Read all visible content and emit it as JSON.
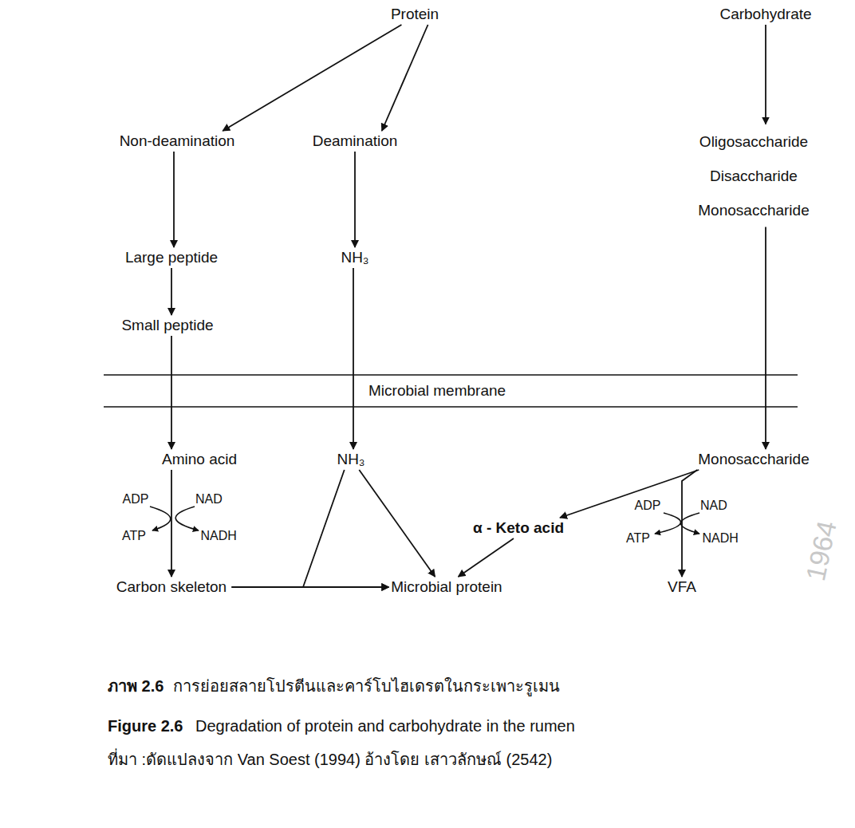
{
  "diagram": {
    "nodes": [
      {
        "text": [
          "Protein"
        ]
      },
      {
        "text": [
          "Carbohydrate"
        ]
      },
      {
        "text": [
          "Non-deamination"
        ]
      },
      {
        "text": [
          "Deamination"
        ]
      },
      {
        "text": [
          "Oligosaccharide",
          "Disaccharide",
          "Monosaccharide"
        ]
      },
      {
        "text": [
          "Large peptide"
        ]
      },
      {
        "text": [
          "NH₃"
        ]
      },
      {
        "text": [
          "Small peptide"
        ]
      },
      {
        "text": [
          "Amino acid"
        ]
      },
      {
        "text": [
          "NH₃"
        ]
      },
      {
        "text": [
          "Monosaccharide"
        ]
      },
      {
        "text": [
          "α - Keto acid"
        ]
      },
      {
        "text": [
          "Carbon skeleton"
        ]
      },
      {
        "text": [
          "Microbial protein"
        ]
      },
      {
        "text": [
          "VFA"
        ]
      }
    ],
    "edges": [
      {
        "from": 0,
        "to": 2,
        "arrow": "to"
      },
      {
        "from": 0,
        "to": 3,
        "arrow": "to"
      },
      {
        "from": 1,
        "to": 4,
        "arrow": "to"
      },
      {
        "from": 2,
        "to": 5,
        "arrow": "to"
      },
      {
        "from": 3,
        "to": 6,
        "arrow": "to"
      },
      {
        "from": 4,
        "to": 10,
        "arrow": "to"
      },
      {
        "from": 5,
        "to": 7,
        "arrow": "to"
      },
      {
        "from": 6,
        "to": 9,
        "arrow": "to"
      },
      {
        "from": 7,
        "to": 8,
        "arrow": "to"
      },
      {
        "from": 8,
        "to": 12,
        "arrow": "to"
      },
      {
        "from": 9,
        "to": 13,
        "arrow": "to"
      },
      {
        "from": 9,
        "to": 13,
        "arrow": "to"
      },
      {
        "from": 10,
        "to": 11,
        "arrow": "to"
      },
      {
        "from": 11,
        "to": 13,
        "arrow": "to"
      },
      {
        "from": 12,
        "to": 13,
        "arrow": "to"
      },
      {
        "from": 10,
        "to": 14,
        "arrow": "to"
      }
    ],
    "labels": [
      "ADP",
      "NAD",
      "ATP",
      "NADH",
      "ADP",
      "NAD",
      "ATP",
      "NADH",
      "Microbial membrane",
      "ภาพ 2.6",
      "การย่อยสลายโปรตีนและคาร์โบไฮเดรตในกระเพาะรูเมน",
      "Figure 2.6",
      "Degradation of protein and carbohydrate in the rumen",
      "ที่มา :ดัดแปลงจาก Van Soest (1994) อ้างโดย เสาวลักษณ์ (2542)",
      "1964"
    ]
  }
}
